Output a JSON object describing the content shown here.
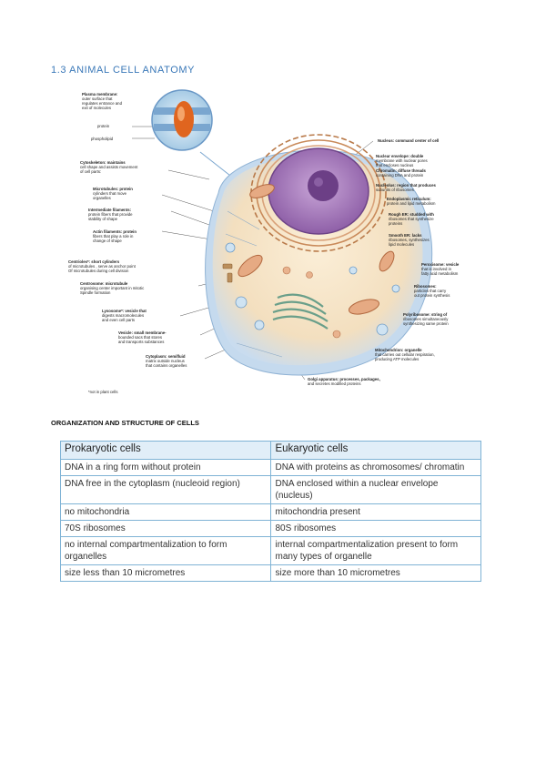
{
  "page": {
    "title": "1.3 ANIMAL CELL ANATOMY",
    "section_heading": "ORGANIZATION AND STRUCTURE OF CELLS"
  },
  "figure": {
    "labels_left": {
      "plasma_membrane": [
        "Plasma membrane:",
        "outer surface that",
        "regulates entrance and",
        "exit of molecules"
      ],
      "protein": "protein",
      "phospholipid": "phospholipid",
      "cytoskeleton": [
        "Cytoskeleton: maintains",
        "cell shape and assists movement",
        "of cell parts:"
      ],
      "microtubules": [
        "Microtubules: protein",
        "cylinders that move",
        "organelles"
      ],
      "intermediate_filaments": [
        "Intermediate filaments:",
        "protein fibers that provide",
        "stability of shape"
      ],
      "actin_filaments": [
        "Actin filaments: protein",
        "fibers that play a role in",
        "change of shape"
      ],
      "centrioles": [
        "Centrioles*: short cylinders",
        "of microtubules , serve as anchor point",
        "Of microtubules during cell division"
      ],
      "centrosome": [
        "Centrosome: microtubule",
        "organising center important in mitotic",
        "Spindle formation"
      ],
      "lysosome": [
        "Lysosome*: vesicle that",
        "digests macromolecules",
        "and even cell parts"
      ],
      "vesicle": [
        "Vesicle: small membrane-",
        "bounded sacs that stores",
        "and transports substances"
      ],
      "cytoplasm": [
        "Cytoplasm: semifluid",
        "matrix outside nucleus",
        "that contains organelles"
      ],
      "footnote": "*not in plant cells"
    },
    "labels_right": {
      "nucleus": "Nucleus: command center of cell",
      "nuclear_envelope": [
        "Nuclear envelope: double",
        "membrane with nuclear pores",
        "that encloses nucleus"
      ],
      "chromatin": [
        "Chromatin: diffuse threads",
        "containing DNA and protein"
      ],
      "nucleolus": [
        "Nucleolus: region that produces",
        "subunits of ribosomes"
      ],
      "er": [
        "Endoplasmic reticulum:",
        "protein and lipid metabolism"
      ],
      "rough_er": [
        "Rough ER: studded with",
        "ribosomes that synthesize",
        "proteins"
      ],
      "smooth_er": [
        "Smooth ER: lacks",
        "ribosomes, synthesizes",
        "lipid molecules"
      ],
      "peroxisome": [
        "Peroxisome: vesicle",
        "that is involved in",
        "fatty acid metabolism"
      ],
      "ribosomes": [
        "Ribosomes:",
        "particles that carry",
        "out protein synthesis"
      ],
      "polyribosome": [
        "Polyribosome: string of",
        "ribosomes simultaneously",
        "synthesizing same protein"
      ],
      "mitochondrion": [
        "Mitochondrion: organelle",
        "that carries out cellular respiration,",
        "producing ATP molecules"
      ],
      "golgi": [
        "Golgi apparatus: processes, packages,",
        "and secretes modified proteins"
      ]
    }
  },
  "table": {
    "headers": [
      "Prokaryotic cells",
      "Eukaryotic cells"
    ],
    "rows": [
      [
        "DNA in a ring form without protein",
        "DNA with proteins as chromosomes/ chromatin"
      ],
      [
        "DNA free in the cytoplasm (nucleoid region)",
        "DNA enclosed within a nuclear envelope (nucleus)"
      ],
      [
        "no mitochondria",
        "mitochondria present"
      ],
      [
        "70S ribosomes",
        "80S ribosomes"
      ],
      [
        "no internal compartmentalization to form organelles",
        "internal compartmentalization present to form many types of organelle"
      ],
      [
        "size less than 10 micrometres",
        "size more than 10 micrometres"
      ]
    ]
  },
  "colors": {
    "title": "#3a78b8",
    "table_border": "#7fb3d5",
    "table_header_bg": "#e1eef8"
  }
}
